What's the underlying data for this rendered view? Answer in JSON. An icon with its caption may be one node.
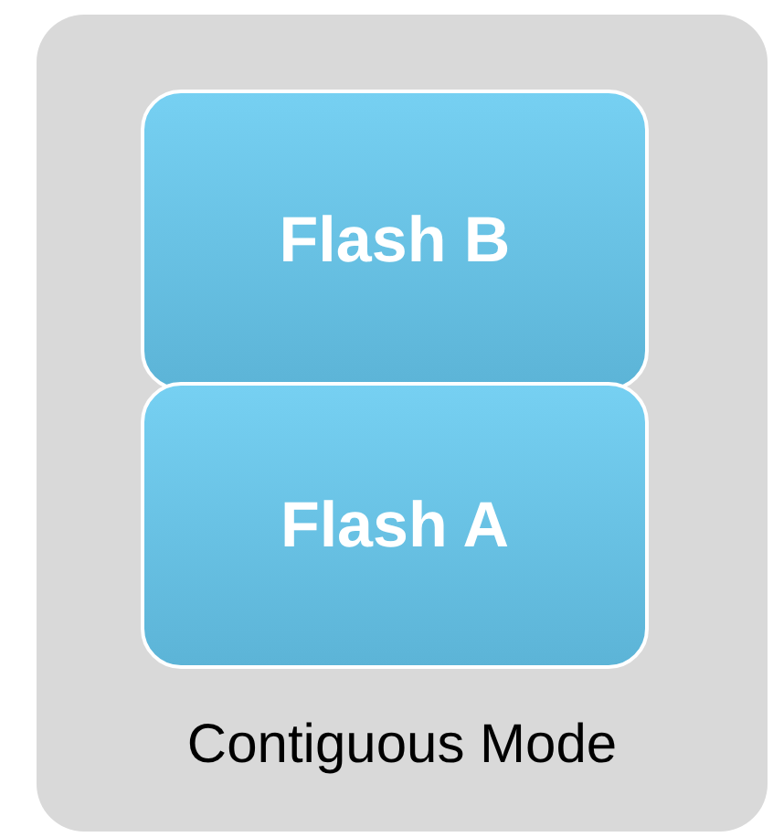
{
  "diagram": {
    "nodes": [
      {
        "text": [
          "Contiguous Mode"
        ]
      },
      {
        "text": [
          "Flash B"
        ],
        "in": 0
      },
      {
        "text": [
          "Flash A"
        ],
        "in": 0
      }
    ]
  }
}
